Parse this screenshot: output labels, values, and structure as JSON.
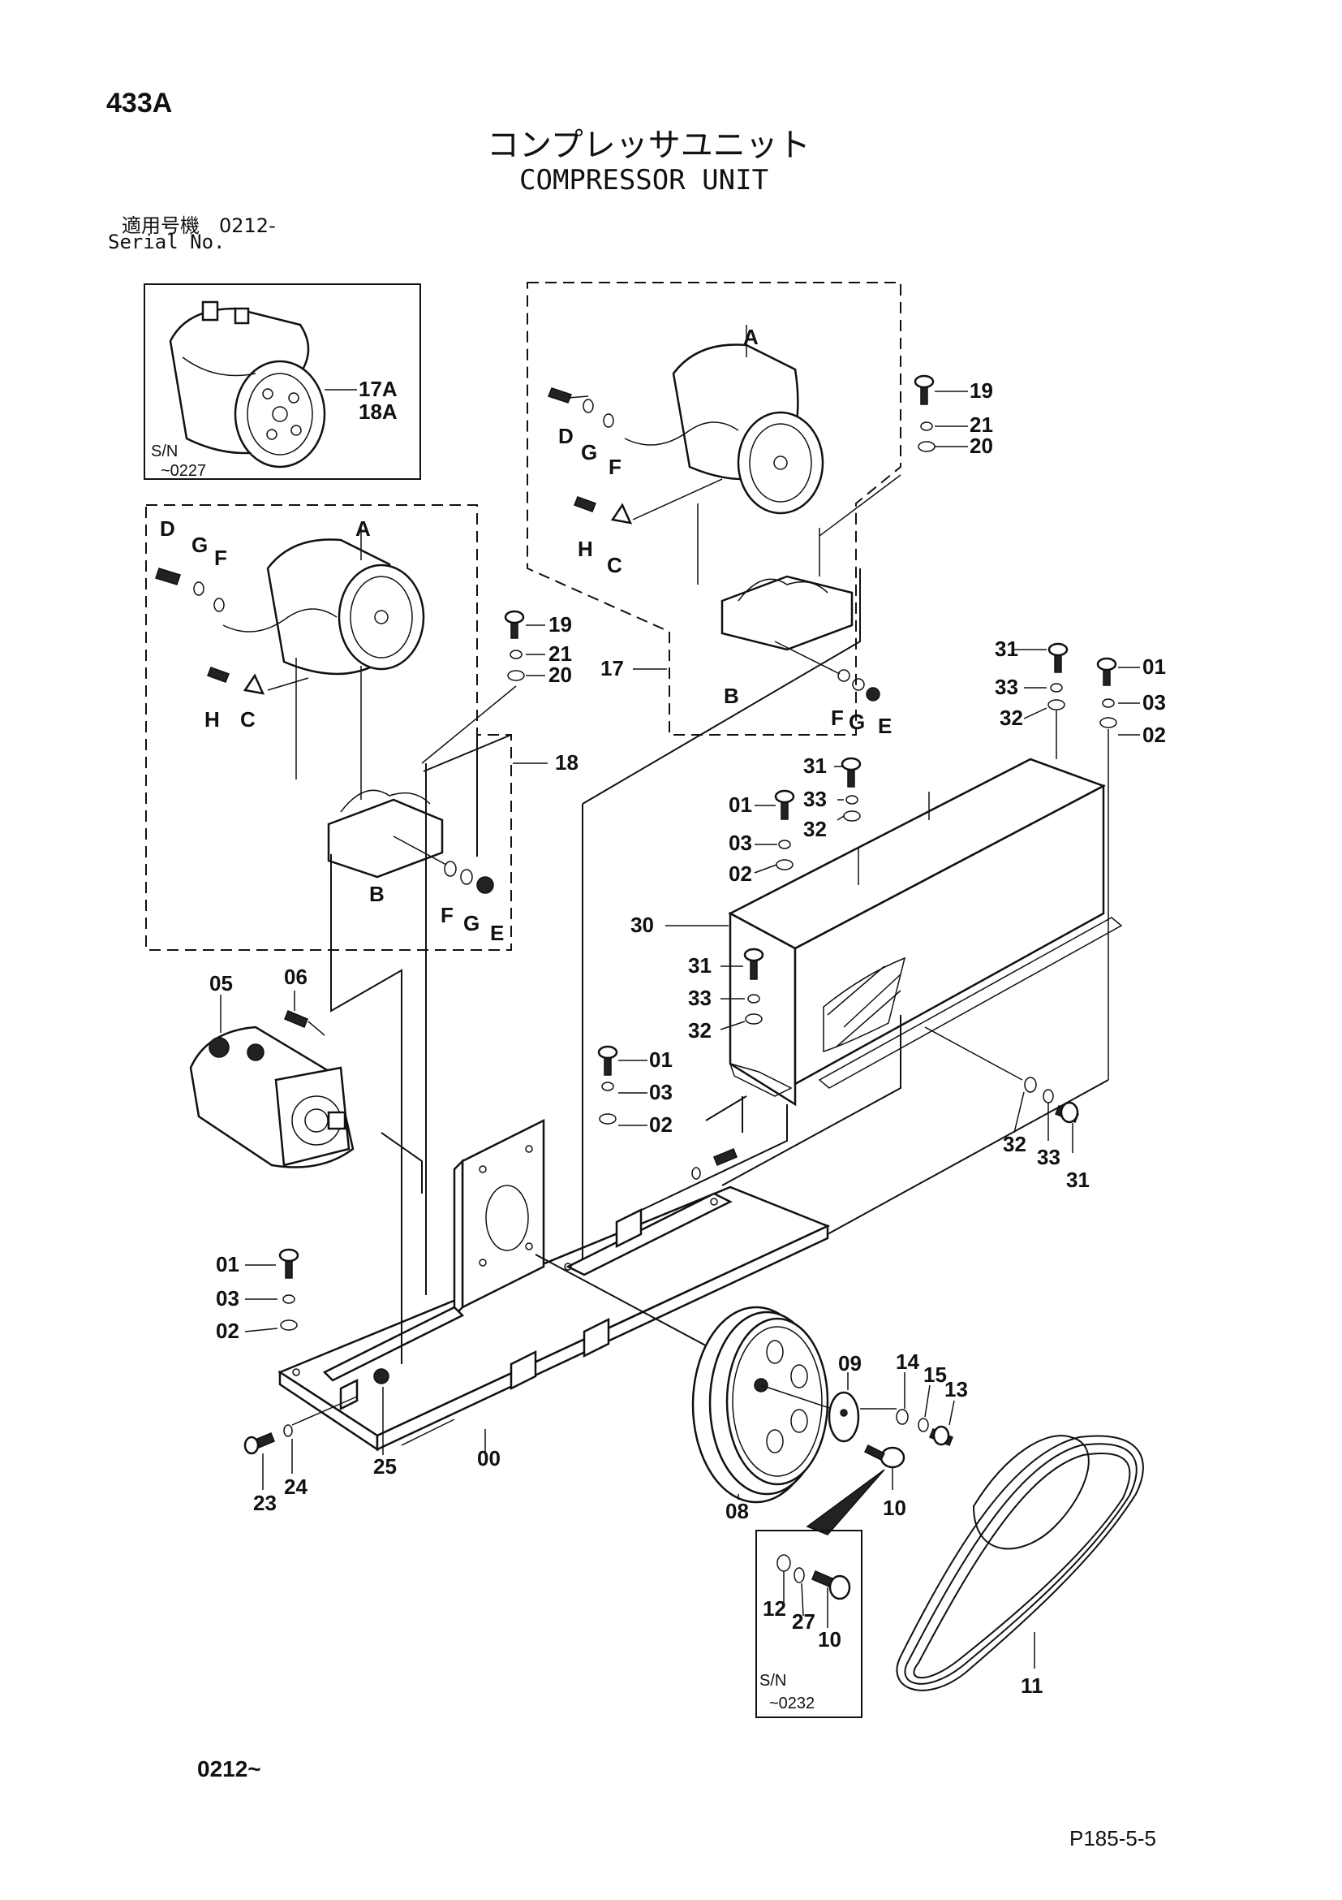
{
  "page_code": "433A",
  "title_jp": "コンプレッサユニット",
  "title_en": "COMPRESSOR UNIT",
  "serial_label_jp": "適用号機　0212-",
  "serial_label_en": "Serial No.",
  "footer_left": "0212~",
  "footer_right": "P185-5-5",
  "insets": {
    "compressor_sn": "S/N",
    "compressor_sn_range": "~0227",
    "bolt_sn": "S/N",
    "bolt_sn_range": "~0232"
  },
  "callouts": [
    "17A",
    "18A",
    "A",
    "D",
    "G",
    "F",
    "H",
    "C",
    "B",
    "E",
    "19",
    "21",
    "20",
    "17",
    "18",
    "31",
    "33",
    "32",
    "01",
    "03",
    "02",
    "30",
    "05",
    "06",
    "23",
    "24",
    "25",
    "00",
    "08",
    "09",
    "14",
    "15",
    "13",
    "10",
    "11",
    "12",
    "27"
  ]
}
